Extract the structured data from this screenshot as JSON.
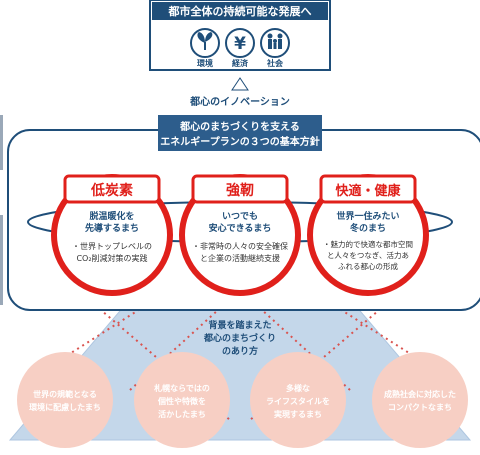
{
  "top": {
    "title": "都市全体の持続可能な発展へ",
    "icons": [
      {
        "name": "sprout-icon",
        "label": "環境"
      },
      {
        "name": "yen-icon",
        "label": "経済"
      },
      {
        "name": "people-icon",
        "label": "社会"
      }
    ]
  },
  "innovation_label": "都心のイノベーション",
  "policy_banner": {
    "line1": "都心のまちづくりを支える",
    "line2": "エネルギープランの３つの基本方針"
  },
  "policies": [
    {
      "title": "低炭素",
      "sub1": "脱温暖化を",
      "sub2": "先導するまち",
      "desc": [
        "・世界トップレベルの",
        "CO₂削減対策の実践"
      ]
    },
    {
      "title": "強靭",
      "sub1": "いつでも",
      "sub2": "安心できるまち",
      "desc": [
        "・非常時の人々の安全確保",
        "と企業の活動継続支援"
      ]
    },
    {
      "title": "快適・健康",
      "sub1": "世界一住みたい",
      "sub2": "冬のまち",
      "desc": [
        "・魅力的で快適な都市空間",
        "と人々をつなぎ、活力あ",
        "ふれる都心の形成"
      ]
    }
  ],
  "pyramid": {
    "lines": [
      "背景を踏まえた",
      "都心のまちづくり",
      "のあり方"
    ]
  },
  "bottom_circles": [
    [
      "世界の規範となる",
      "環境に配慮したまち"
    ],
    [
      "札幌ならではの",
      "個性や特徴を",
      "活かしたまち"
    ],
    [
      "多様な",
      "ライフスタイルを",
      "実現するまち"
    ],
    [
      "成熟社会に対応した",
      "コンパクトなまち"
    ]
  ],
  "colors": {
    "navy": "#1f4e79",
    "banner_blue": "#2d5d8c",
    "red": "#e0201b",
    "pyramid_blue": "#c4d7ea",
    "pink_circle": "#f7cfc4"
  }
}
